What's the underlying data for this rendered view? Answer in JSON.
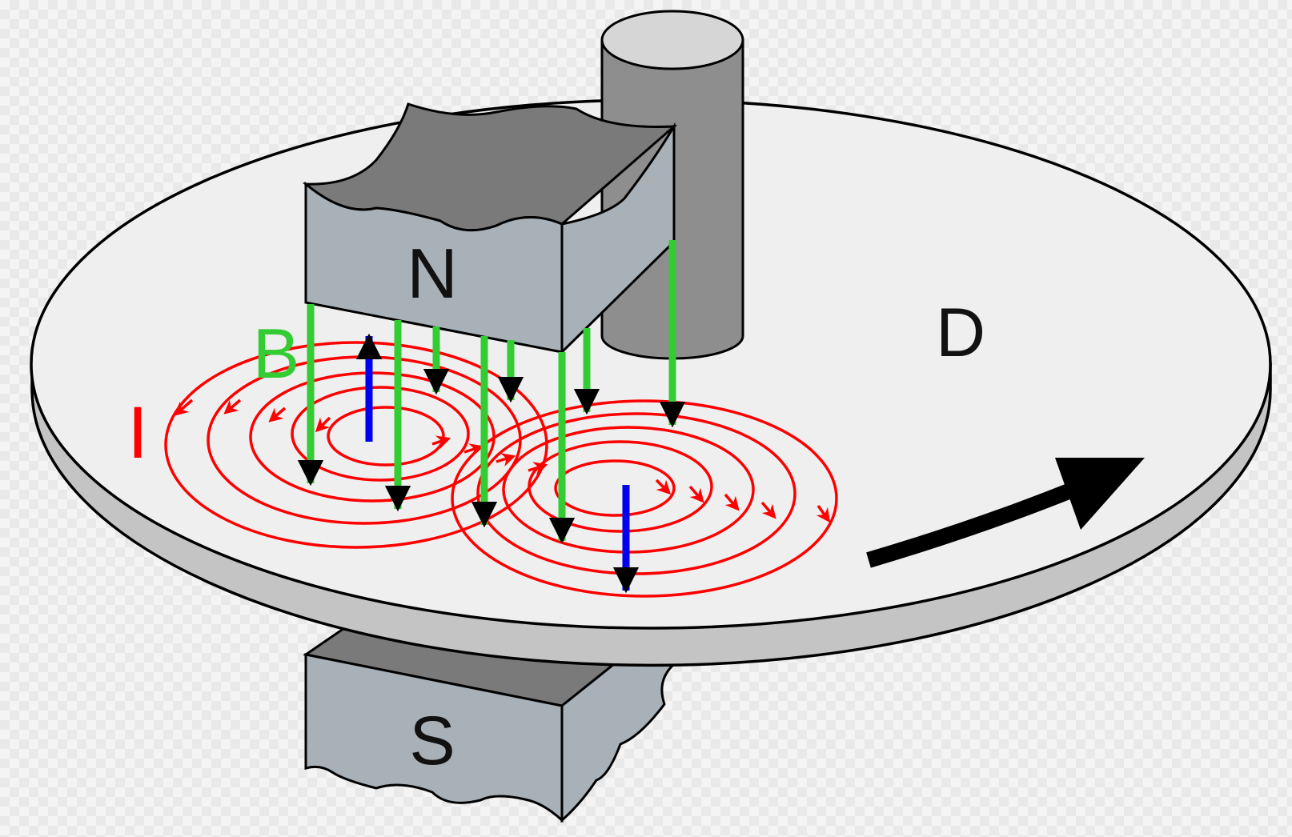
{
  "labels": {
    "north_pole": "N",
    "south_pole": "S",
    "disc": "D",
    "field": "B",
    "current": "I"
  },
  "colors": {
    "field_lines": "#33cc33",
    "eddy_currents": "#ff0000",
    "induced_field": "#0000ee",
    "magnet_face": "#a9b1b8",
    "magnet_top": "#7a7a7a",
    "disc_top": "#efefef",
    "disc_rim": "#c4c4c4",
    "axle": "#8e8e8e",
    "rotation_arrow": "#000000"
  }
}
